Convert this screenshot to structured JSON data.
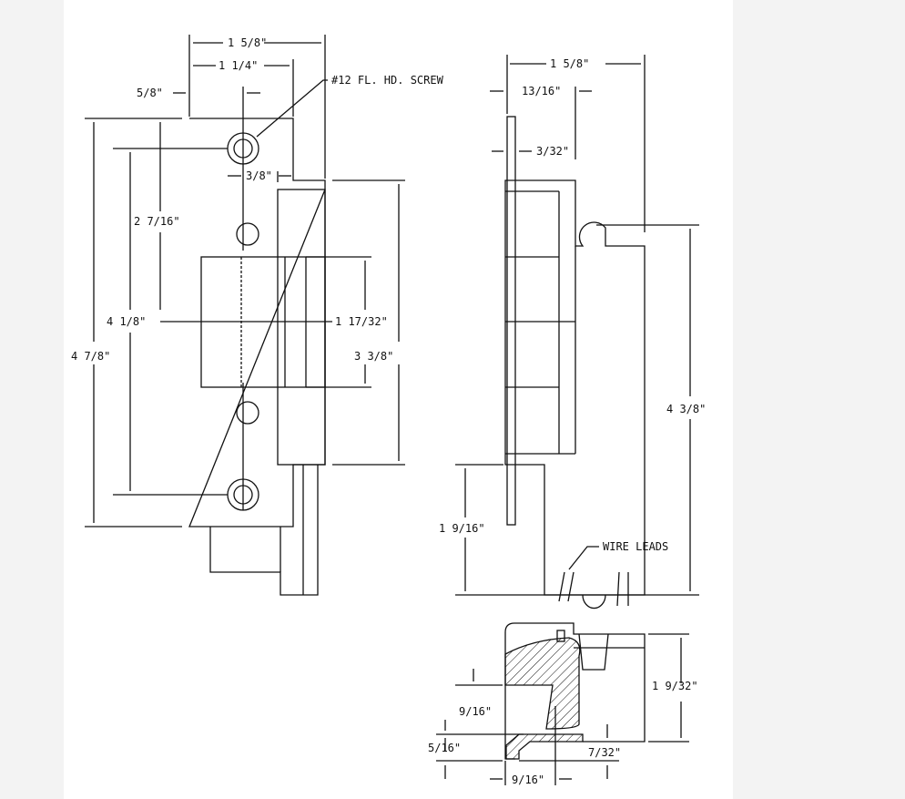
{
  "drawing": {
    "front_view": {
      "width_total": "1 5/8\"",
      "width_plate": "1 1/4\"",
      "screw_offset": "5/8\"",
      "screw_callout": "#12 FL. HD. SCREW",
      "keeper_offset": "3/8\"",
      "screw_spacing_top": "2 7/16\"",
      "screw_spacing": "4 1/8\"",
      "plate_height": "4 7/8\"",
      "keeper_center": "1 17/32\"",
      "keeper_height": "3 3/8\""
    },
    "side_view": {
      "width_total": "1 5/8\"",
      "depth": "13/16\"",
      "plate_thickness": "3/32\"",
      "body_height": "4 3/8\"",
      "bottom_offset": "1 9/16\"",
      "wire_leads": "WIRE LEADS"
    },
    "section_view": {
      "height": "1 9/32\"",
      "keeper_depth": "9/16\"",
      "lip": "5/16\"",
      "offset": "7/32\"",
      "width": "9/16\""
    }
  }
}
